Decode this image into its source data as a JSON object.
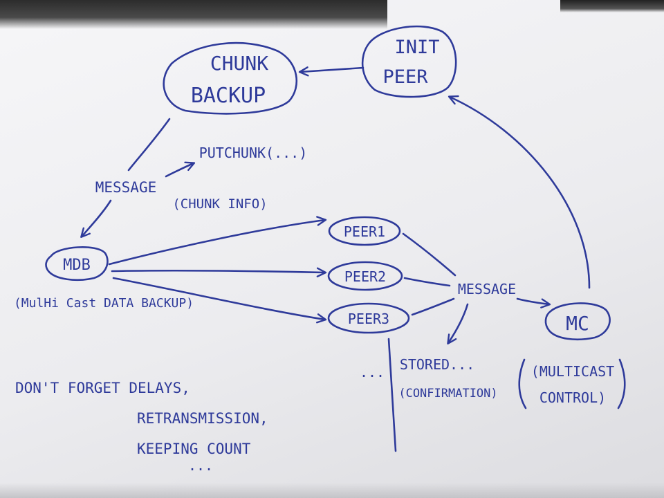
{
  "nodes": {
    "chunk_backup": [
      "CHUNK",
      "BACKUP"
    ],
    "init_peer": [
      "INIT",
      "PEER"
    ],
    "mdb": "MDB",
    "mdb_caption": "(MulHi Cast DATA BACKUP)",
    "peer1": "PEER1",
    "peer2": "PEER2",
    "peer3": "PEER3",
    "mc": "MC",
    "mc_caption": [
      "(MULTICAST",
      "CONTROL)"
    ]
  },
  "edges": {
    "message_left": "MESSAGE",
    "putchunk": "PUTCHUNK(...)",
    "chunk_info": "(CHUNK INFO)",
    "message_right": "MESSAGE",
    "stored": "STORED...",
    "confirmation": "(CONFIRMATION)",
    "dots": "..."
  },
  "note": {
    "lines": [
      "DON'T FORGET DELAYS,",
      "RETRANSMISSION,",
      "KEEPING COUNT",
      "..."
    ]
  },
  "colors": {
    "ink": "#2e3a9a",
    "paper": "#f2f2f4"
  }
}
